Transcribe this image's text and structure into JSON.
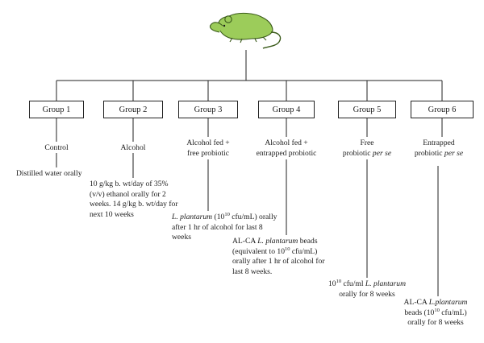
{
  "groups": [
    {
      "label": "Group 1",
      "treatment": [
        "Control"
      ],
      "detail": [
        "Distilled water orally"
      ]
    },
    {
      "label": "Group 2",
      "treatment": [
        "Alcohol"
      ],
      "detail": [
        "10 g/kg b. wt/day of 35%",
        "(v/v) ethanol  orally for 2",
        "weeks. 14 g/kg b. wt/day for",
        "next 10 weeks"
      ]
    },
    {
      "label": "Group 3",
      "treatment": [
        "Alcohol fed +",
        "free probiotic"
      ],
      "detail_line1": {
        "species": "L. plantarum",
        "pre": " (10",
        "exp": "10",
        "post": " cfu/mL) orally"
      },
      "detail": [
        "after 1 hr of alcohol for last 8",
        "weeks"
      ]
    },
    {
      "label": "Group 4",
      "treatment": [
        "Alcohol fed +",
        "entrapped probiotic"
      ],
      "detail_line1": {
        "prefix": "AL-CA ",
        "species": "L. plantarum",
        "post": " beads"
      },
      "detail_line2": {
        "pre": "(equivalent to 10",
        "exp": "10",
        "post": " cfu/mL)"
      },
      "detail": [
        "orally after 1 hr of alcohol for",
        "last 8 weeks."
      ]
    },
    {
      "label": "Group 5",
      "treatment_line1": "Free",
      "treatment_line2": {
        "text": "probiotic ",
        "emph": "per se"
      },
      "detail_line1": {
        "pre": "10",
        "exp": "10",
        "post": " cfu/ml ",
        "species": "L. plantarum"
      },
      "detail": [
        "orally for 8 weeks"
      ]
    },
    {
      "label": "Group 6",
      "treatment_line1": "Entrapped",
      "treatment_line2": {
        "text": "probiotic ",
        "emph": "per se"
      },
      "detail_line1": {
        "prefix": "AL-CA ",
        "species": "L.plantarum"
      },
      "detail_line2": {
        "pre": "beads (10",
        "exp": "10",
        "post": " cfu/mL)"
      },
      "detail": [
        "orally for 8 weeks"
      ]
    }
  ],
  "colors": {
    "mouse_fill": "#9ccc5a",
    "mouse_stroke": "#3a5a1a",
    "line": "#222222"
  }
}
